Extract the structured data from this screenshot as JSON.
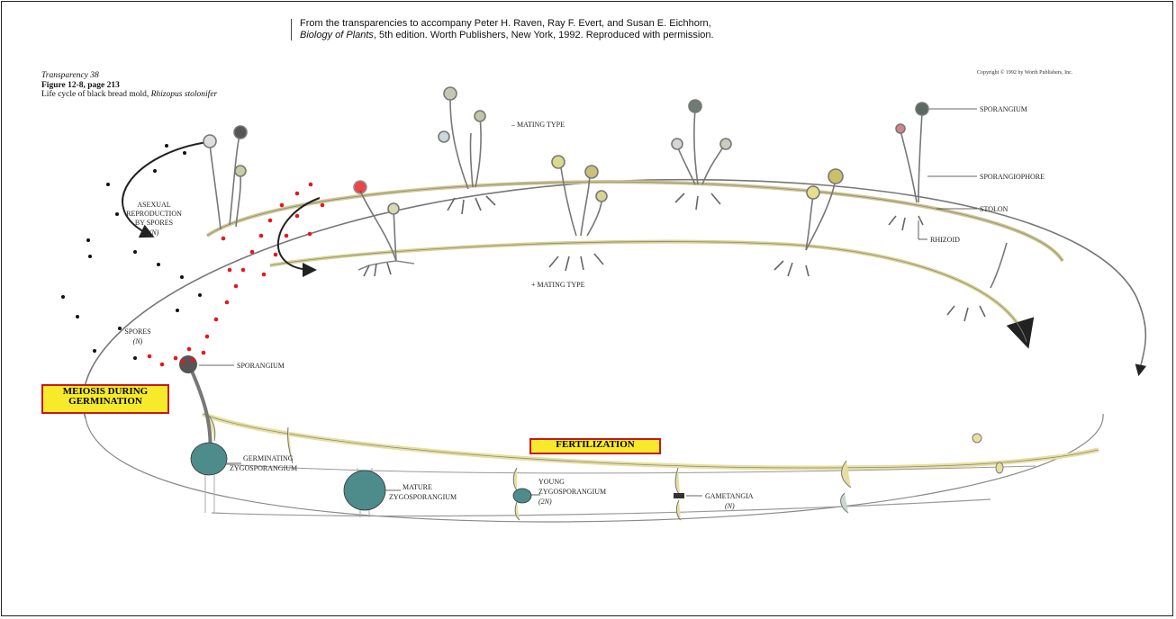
{
  "header": {
    "line1": "From the transparencies to accompany Peter H. Raven, Ray F. Evert, and Susan E. Eichhorn,",
    "line2_title": "Biology of Plants",
    "line2_rest": ", 5th edition.  Worth Publishers, New York, 1992.  Reproduced with permission."
  },
  "copyright": "Copyright © 1992 by Worth Publishers, Inc.",
  "transparency": {
    "number": "Transparency 38",
    "figure": "Figure 12-8, page 213",
    "caption_prefix": "Life cycle of black bread mold, ",
    "caption_species": "Rhizopus stolonifer"
  },
  "labels": {
    "sporangium_top": "SPORANGIUM",
    "sporangiophore": "SPORANGIOPHORE",
    "stolon": "STOLON",
    "rhizoid": "RHIZOID",
    "minus_mating": "– MATING TYPE",
    "plus_mating": "+ MATING TYPE",
    "asexual_1": "ASEXUAL",
    "asexual_2": "REPRODUCTION",
    "asexual_3": "BY SPORES",
    "asexual_4": "(n)",
    "spores_1": "SPORES",
    "spores_2": "(n)",
    "sporangium_left": "SPORANGIUM",
    "germinating_1": "GERMINATING",
    "germinating_2": "ZYGOSPORANGIUM",
    "mature_1": "MATURE",
    "mature_2": "ZYGOSPORANGIUM",
    "young_1": "YOUNG",
    "young_2": "ZYGOSPORANGIUM",
    "young_3": "(2n)",
    "gametangia_1": "GAMETANGIA",
    "gametangia_2": "(n)"
  },
  "highlight_boxes": {
    "meiosis_1": "MEIOSIS DURING",
    "meiosis_2": "GERMINATION",
    "fertilization": "FERTILIZATION"
  },
  "colors": {
    "highlight_fill": "#f7ea2a",
    "highlight_border": "#c9161b",
    "spore_red": "#e8161b",
    "hypha_yellow": "#f1ecb8",
    "zygo_teal": "#4d8c8a"
  }
}
